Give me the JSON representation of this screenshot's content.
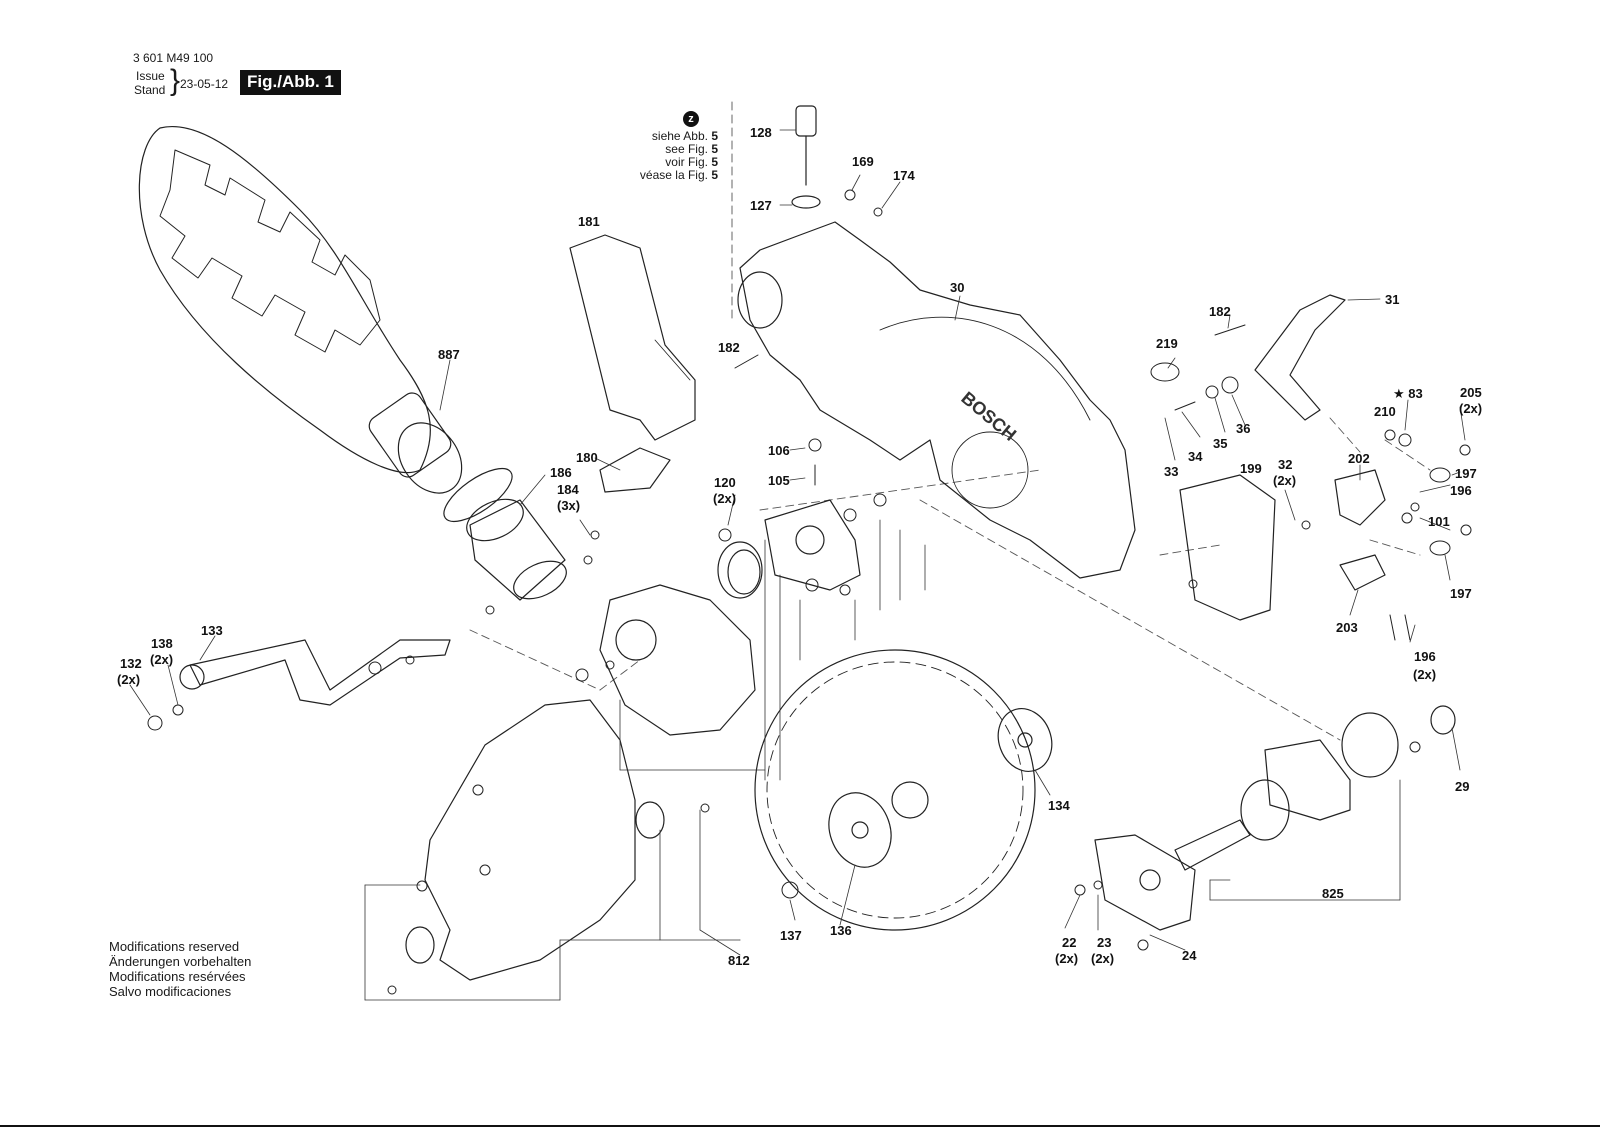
{
  "header": {
    "doc_number": "3 601 M49 100",
    "issue_label": "Issue",
    "stand_label": "Stand",
    "issue_date": "23-05-12",
    "figure_title": "Fig./Abb. 1"
  },
  "see_figure": {
    "icon_letter": "z",
    "lines": [
      {
        "text": "siehe Abb.",
        "num": "5"
      },
      {
        "text": "see Fig.",
        "num": "5"
      },
      {
        "text": "voir Fig.",
        "num": "5"
      },
      {
        "text": "véase la Fig.",
        "num": "5"
      }
    ]
  },
  "part_labels": [
    {
      "text": "128"
    },
    {
      "text": "169"
    },
    {
      "text": "174"
    },
    {
      "text": "127"
    },
    {
      "text": "181"
    },
    {
      "text": "30"
    },
    {
      "text": "31"
    },
    {
      "text": "182"
    },
    {
      "text": "182"
    },
    {
      "text": "219"
    },
    {
      "text": "887"
    },
    {
      "text": "★ 83"
    },
    {
      "text": "205"
    },
    {
      "text": "(2x)"
    },
    {
      "text": "210"
    },
    {
      "text": "106"
    },
    {
      "text": "105"
    },
    {
      "text": "36"
    },
    {
      "text": "35"
    },
    {
      "text": "34"
    },
    {
      "text": "33"
    },
    {
      "text": "180"
    },
    {
      "text": "186"
    },
    {
      "text": "199"
    },
    {
      "text": "32"
    },
    {
      "text": "(2x)"
    },
    {
      "text": "202"
    },
    {
      "text": "197"
    },
    {
      "text": "184"
    },
    {
      "text": "(3x)"
    },
    {
      "text": "120"
    },
    {
      "text": "(2x)"
    },
    {
      "text": "196"
    },
    {
      "text": "101"
    },
    {
      "text": "197"
    },
    {
      "text": "203"
    },
    {
      "text": "196"
    },
    {
      "text": "(2x)"
    },
    {
      "text": "133"
    },
    {
      "text": "138"
    },
    {
      "text": "(2x)"
    },
    {
      "text": "132"
    },
    {
      "text": "(2x)"
    },
    {
      "text": "134"
    },
    {
      "text": "29"
    },
    {
      "text": "825"
    },
    {
      "text": "137"
    },
    {
      "text": "136"
    },
    {
      "text": "22"
    },
    {
      "text": "(2x)"
    },
    {
      "text": "23"
    },
    {
      "text": "(2x)"
    },
    {
      "text": "24"
    },
    {
      "text": "812"
    }
  ],
  "blade_brand": "BOSCH",
  "footnote_lines": [
    "Modifications reserved",
    "Änderungen vorbehalten",
    "Modifications resérvées",
    "Salvo modificaciones"
  ]
}
